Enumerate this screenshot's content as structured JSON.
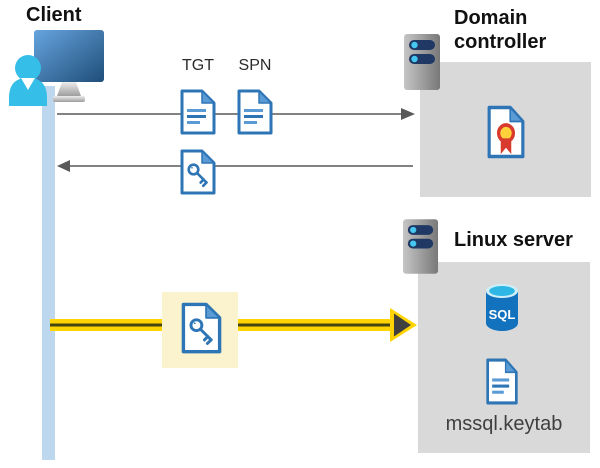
{
  "client": {
    "label": "Client"
  },
  "tickets": {
    "tgt": "TGT",
    "spn": "SPN"
  },
  "domain_controller": {
    "label": "Domain controller"
  },
  "linux_server": {
    "label": "Linux server",
    "sql_badge": "SQL",
    "keytab": "mssql.keytab"
  },
  "colors": {
    "box_gray": "#D9D9D9",
    "arrow_gray": "#595959",
    "client_timeline_blue": "#BDD7EE",
    "doc_border_blue": "#2E75B6",
    "doc_fold_blue": "#5B9BD5",
    "highlight_yellow": "#FAF3CE",
    "arrow_yellow": "#FFD400",
    "arrow_core_dark": "#45450F",
    "person_cyan": "#35BEE8",
    "server_bar_navy": "#1F3864",
    "sql_body_blue": "#1272BE",
    "sql_top_cyan": "#2EB7E4",
    "cert_ribbon_red": "#D83B2D",
    "cert_seal_yellow": "#FFD23B"
  }
}
